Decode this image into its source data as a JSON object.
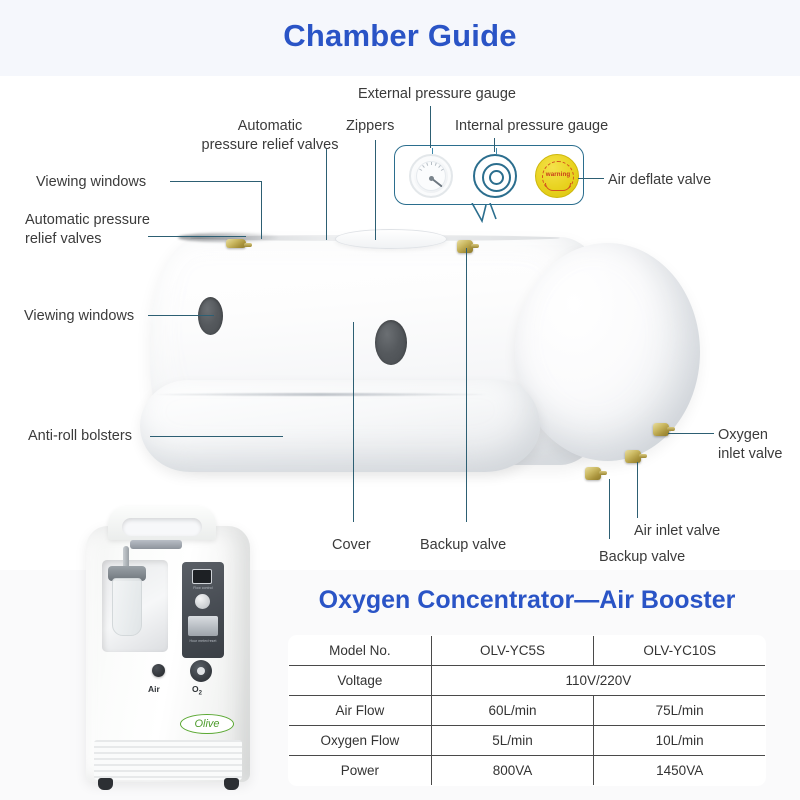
{
  "header": {
    "title": "Chamber Guide"
  },
  "colors": {
    "title_blue": "#2a54c6",
    "leader_line": "#2d5f73",
    "band_top": "#f5f7fc",
    "band_bottom": "#fafafb",
    "table_border": "#4a4a4a",
    "brass_valve": "#cbb962",
    "warning_yellow": "#e8d21e",
    "logo_green": "#4d9c2c"
  },
  "callouts": [
    {
      "id": "automatic-pressure-relief-valves-top",
      "label_line1": "Automatic",
      "label_line2": "pressure relief valves"
    },
    {
      "id": "zippers",
      "label": "Zippers"
    },
    {
      "id": "external-pressure-gauge",
      "label": "External pressure gauge"
    },
    {
      "id": "internal-pressure-gauge",
      "label": "Internal pressure gauge"
    },
    {
      "id": "air-deflate-valve",
      "label": "Air deflate valve"
    },
    {
      "id": "viewing-windows-upper",
      "label": "Viewing windows"
    },
    {
      "id": "automatic-pressure-relief-valves-left",
      "label_line1": "Automatic pressure",
      "label_line2": "relief valves"
    },
    {
      "id": "viewing-windows-lower",
      "label": "Viewing windows"
    },
    {
      "id": "anti-roll-bolsters",
      "label": "Anti-roll bolsters"
    },
    {
      "id": "cover",
      "label": "Cover"
    },
    {
      "id": "backup-valve-center",
      "label": "Backup valve"
    },
    {
      "id": "oxygen-inlet-valve",
      "label_line1": "Oxygen",
      "label_line2": "inlet valve"
    },
    {
      "id": "air-inlet-valve",
      "label": "Air inlet valve"
    },
    {
      "id": "backup-valve-bottom",
      "label": "Backup valve"
    }
  ],
  "gauge_panel": {
    "items": [
      {
        "name": "external-pressure-gauge",
        "type": "dial"
      },
      {
        "name": "internal-pressure-gauge",
        "type": "concentric-valve"
      },
      {
        "name": "air-deflate-valve",
        "type": "warning-knob",
        "text": "warning"
      }
    ]
  },
  "concentrator": {
    "brand": "Olive",
    "port_air": "Air",
    "port_o2": "O",
    "port_o2_sub": "2",
    "panel_labels": {
      "flow_control": "Flow control",
      "hour_meter": "Hour meter/reset"
    }
  },
  "spec_section": {
    "title": "Oxygen Concentrator—Air Booster",
    "columns": [
      "",
      "OLV-YC5S",
      "OLV-YC10S"
    ],
    "rows": [
      {
        "label": "Model No.",
        "v1": "OLV-YC5S",
        "v2": "OLV-YC10S",
        "span": false
      },
      {
        "label": "Voltage",
        "v1": "110V/220V",
        "v2": "",
        "span": true
      },
      {
        "label": "Air Flow",
        "v1": "60L/min",
        "v2": "75L/min",
        "span": false
      },
      {
        "label": "Oxygen Flow",
        "v1": "5L/min",
        "v2": "10L/min",
        "span": false
      },
      {
        "label": "Power",
        "v1": "800VA",
        "v2": "1450VA",
        "span": false
      }
    ]
  }
}
